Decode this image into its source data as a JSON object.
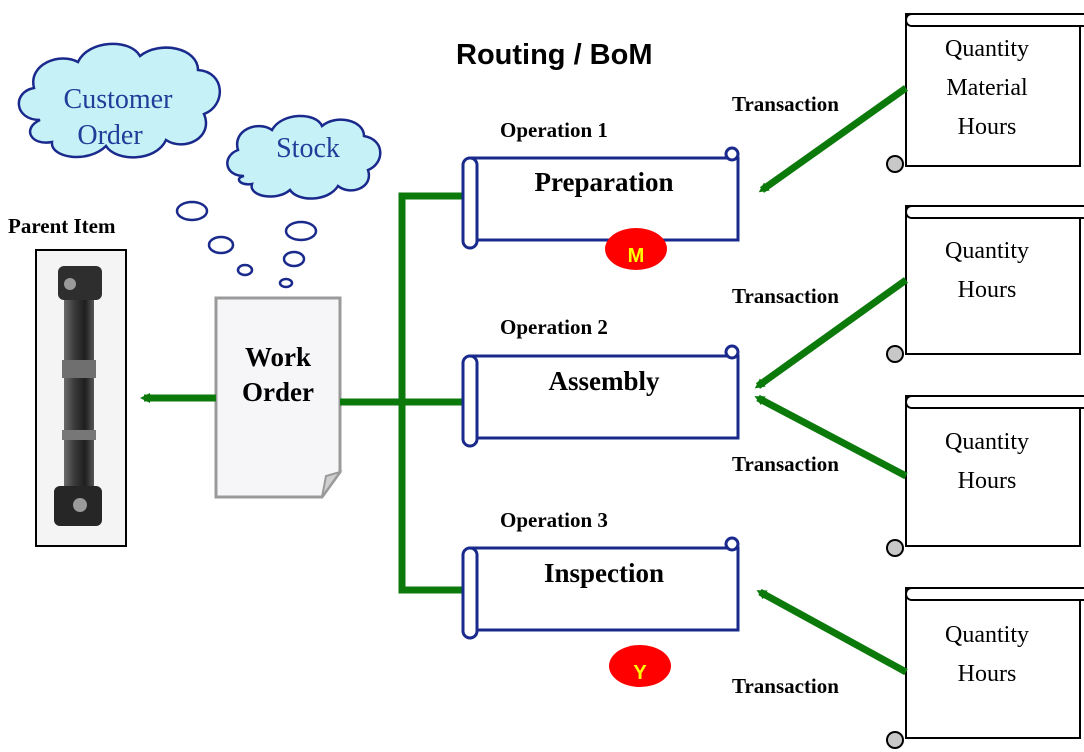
{
  "title": "Routing / BoM",
  "clouds": {
    "customer_order_line1": "Customer",
    "customer_order_line2": "Order",
    "stock": "Stock"
  },
  "parent_item_label": "Parent Item",
  "work_order": {
    "line1": "Work",
    "line2": "Order"
  },
  "operations": [
    {
      "caption": "Operation 1",
      "name": "Preparation",
      "badge": "M"
    },
    {
      "caption": "Operation 2",
      "name": "Assembly"
    },
    {
      "caption": "Operation 3",
      "name": "Inspection",
      "badge": "Y"
    }
  ],
  "transaction_label": "Transaction",
  "documents": [
    {
      "lines": [
        "Quantity",
        "Material",
        "Hours"
      ]
    },
    {
      "lines": [
        "Quantity",
        "Hours"
      ]
    },
    {
      "lines": [
        "Quantity",
        "Hours"
      ]
    },
    {
      "lines": [
        "Quantity",
        "Hours"
      ]
    }
  ],
  "colors": {
    "arrow_green": "#0b7a0b",
    "scroll_border": "#1a2a8c",
    "cloud_fill": "#c6f2f7",
    "cloud_text": "#1f3d99",
    "badge_red": "#ff0000",
    "badge_text": "#ffff00"
  }
}
